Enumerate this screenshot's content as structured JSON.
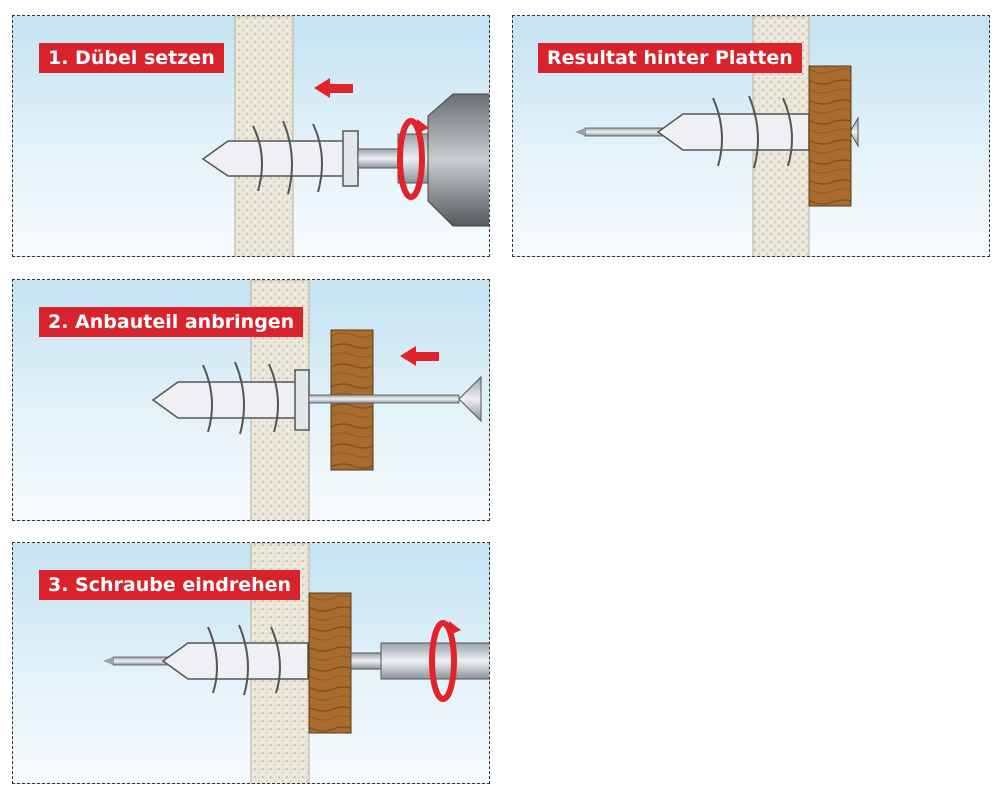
{
  "panels": {
    "step1": {
      "label": "1. Dübel setzen"
    },
    "step2": {
      "label": "2. Anbauteil anbringen"
    },
    "step3": {
      "label": "3. Schraube eindrehen"
    },
    "result": {
      "label": "Resultat hinter Platten"
    }
  },
  "colors": {
    "label_bg": "#d8232c",
    "label_text": "#ffffff",
    "arrow": "#e0242c",
    "wood": "#a86c2e",
    "wall": "#ece8dc",
    "anchor": "#eef0f3",
    "steel": "#c8cdd3"
  },
  "icons": [
    "wall-section",
    "drywall-anchor",
    "wood-part",
    "screw",
    "screwdriver-bit",
    "drill-chuck",
    "arrow-left-icon",
    "rotate-icon"
  ]
}
